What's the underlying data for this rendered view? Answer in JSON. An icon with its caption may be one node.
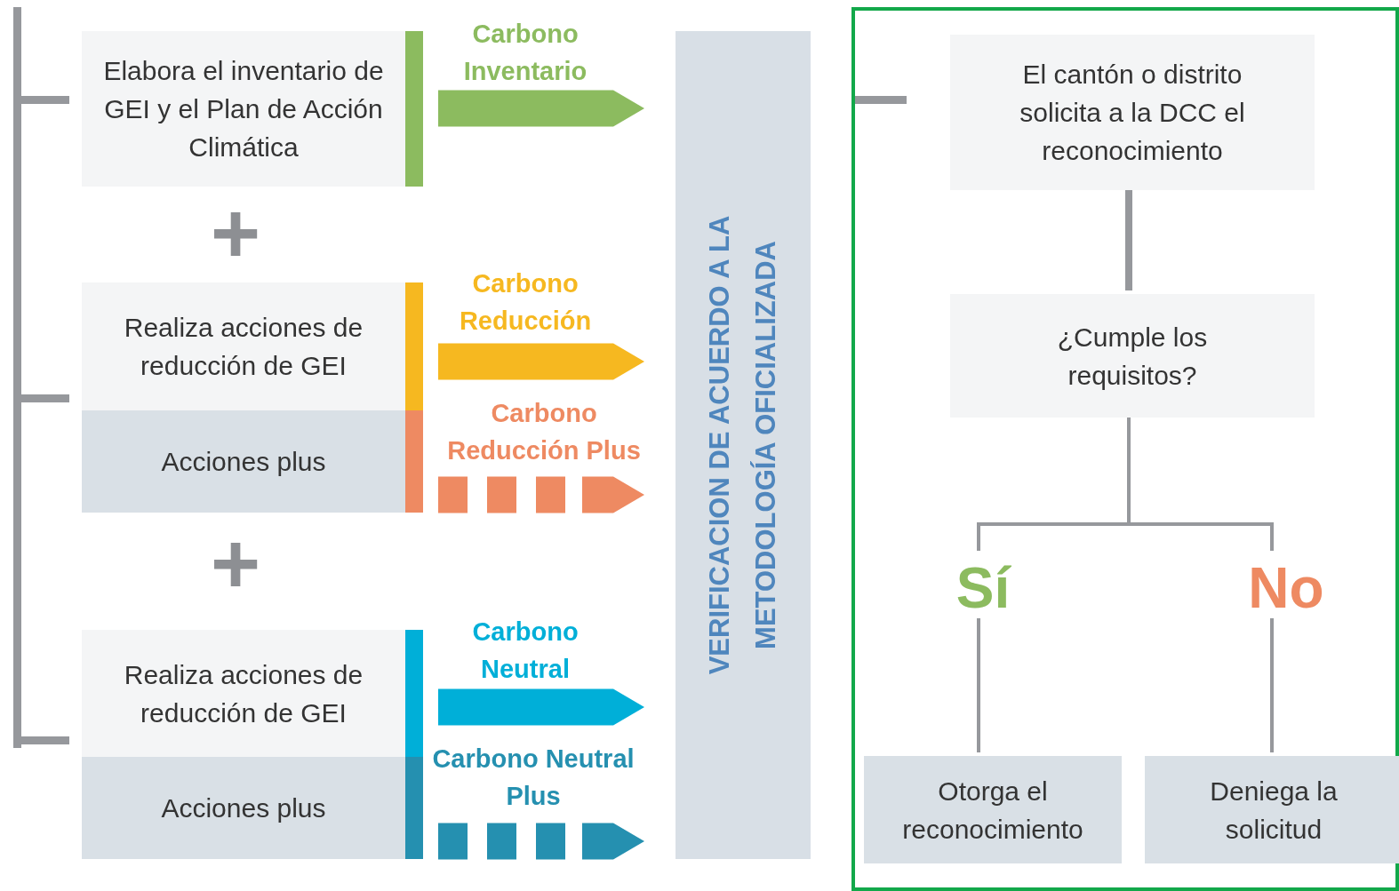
{
  "diagram": {
    "nodes": [
      {
        "text": [
          "Elabora el inventario de GEI y el Plan de Acción Climática"
        ]
      },
      {
        "text": [
          "Realiza acciones de reducción de GEI"
        ]
      },
      {
        "text": [
          "Acciones plus"
        ]
      },
      {
        "text": [
          "Realiza acciones de reducción de GEI"
        ]
      },
      {
        "text": [
          "Acciones plus"
        ]
      },
      {
        "text": [
          "VERIFICACION DE ACUERDO A LA METODOLOGÍA OFICIALIZADA"
        ]
      },
      {
        "text": [],
        "shape": "box"
      },
      {
        "text": [
          "El cantón o distrito solicita a la DCC el reconocimiento"
        ],
        "in": 6
      },
      {
        "text": [
          "¿Cumple los requisitos?"
        ],
        "in": 6
      },
      {
        "text": [
          "Sí"
        ],
        "in": 6
      },
      {
        "text": [
          "No"
        ],
        "in": 6
      },
      {
        "text": [
          "Otorga el reconocimiento"
        ],
        "in": 6
      },
      {
        "text": [
          "Deniega la solicitud"
        ],
        "in": 6
      }
    ],
    "edges": [
      {
        "from": 0,
        "to": 5,
        "arrow": "to",
        "label": "Carbono Inventario",
        "color": "#8cbb5f",
        "style": "thick"
      },
      {
        "from": 1,
        "to": 5,
        "arrow": "to",
        "label": "Carbono Reducción",
        "color": "#f6b820",
        "style": "thick"
      },
      {
        "from": 2,
        "to": 5,
        "arrow": "to",
        "label": "Carbono Reducción Plus",
        "color": "#ee8a62",
        "style": "dashed"
      },
      {
        "from": 3,
        "to": 5,
        "arrow": "to",
        "label": "Carbono Neutral",
        "color": "#00afd8",
        "style": "thick"
      },
      {
        "from": 4,
        "to": 5,
        "arrow": "to",
        "label": "Carbono Neutral Plus",
        "color": "#2590b0",
        "style": "dashed"
      },
      {
        "from": 7,
        "to": 8,
        "arrow": "none"
      },
      {
        "from": 8,
        "to": 9,
        "arrow": "none"
      },
      {
        "from": 8,
        "to": 10,
        "arrow": "none"
      },
      {
        "from": 9,
        "to": 11,
        "arrow": "none"
      },
      {
        "from": 10,
        "to": 12,
        "arrow": "none"
      }
    ],
    "labels": [
      "+",
      "+"
    ]
  }
}
